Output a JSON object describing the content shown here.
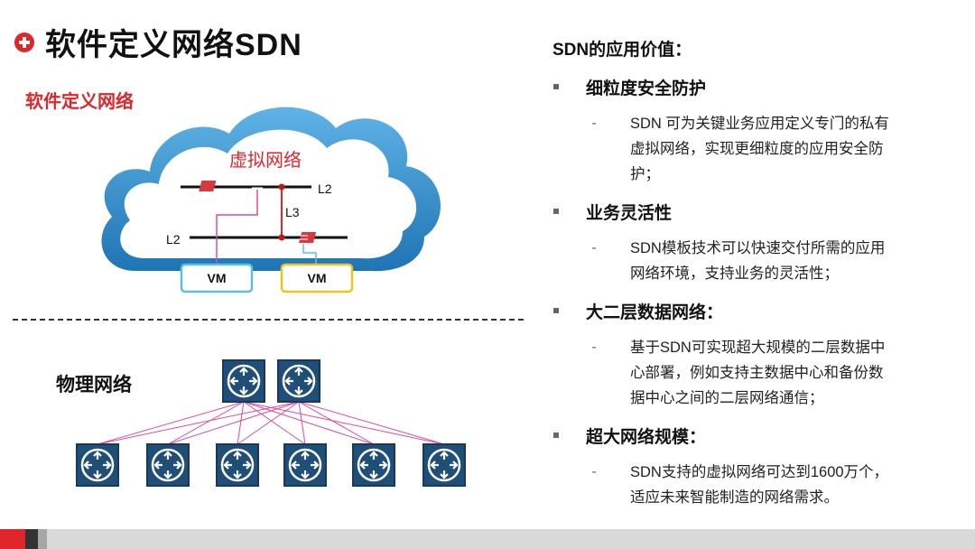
{
  "title": "软件定义网络SDN",
  "diagram": {
    "virtual_section_label": "软件定义网络",
    "virtual_network_label": "虚拟网络",
    "l2_top": "L2",
    "l3": "L3",
    "l2_bottom": "L2",
    "vm1": "VM",
    "vm2": "VM",
    "physical_label": "物理网络"
  },
  "right": {
    "heading": "SDN的应用价值：",
    "sections": [
      {
        "title": "细粒度安全防护",
        "lines": [
          "SDN 可为关键业务应用定义专门的私有",
          "虚拟网络，实现更细粒度的应用安全防",
          "护；"
        ]
      },
      {
        "title": "业务灵活性",
        "lines": [
          "SDN模板技术可以快速交付所需的应用",
          "网络环境，支持业务的灵活性；"
        ]
      },
      {
        "title": "大二层数据网络：",
        "lines": [
          "基于SDN可实现超大规模的二层数据中",
          "心部署，例如支持主数据中心和备份数",
          "据中心之间的二层网络通信；"
        ]
      },
      {
        "title": "超大网络规模：",
        "lines": [
          "SDN支持的虚拟网络可达到1600万个，",
          "适应未来智能制造的网络需求。"
        ]
      }
    ]
  },
  "colors": {
    "accent": "#e0262b",
    "cloud_blue": "#2f8fc9",
    "switch_blue": "#1f4e79",
    "link_pink": "#e04aa0",
    "vm1_border": "#5bc0de",
    "vm2_border": "#f0c419"
  }
}
